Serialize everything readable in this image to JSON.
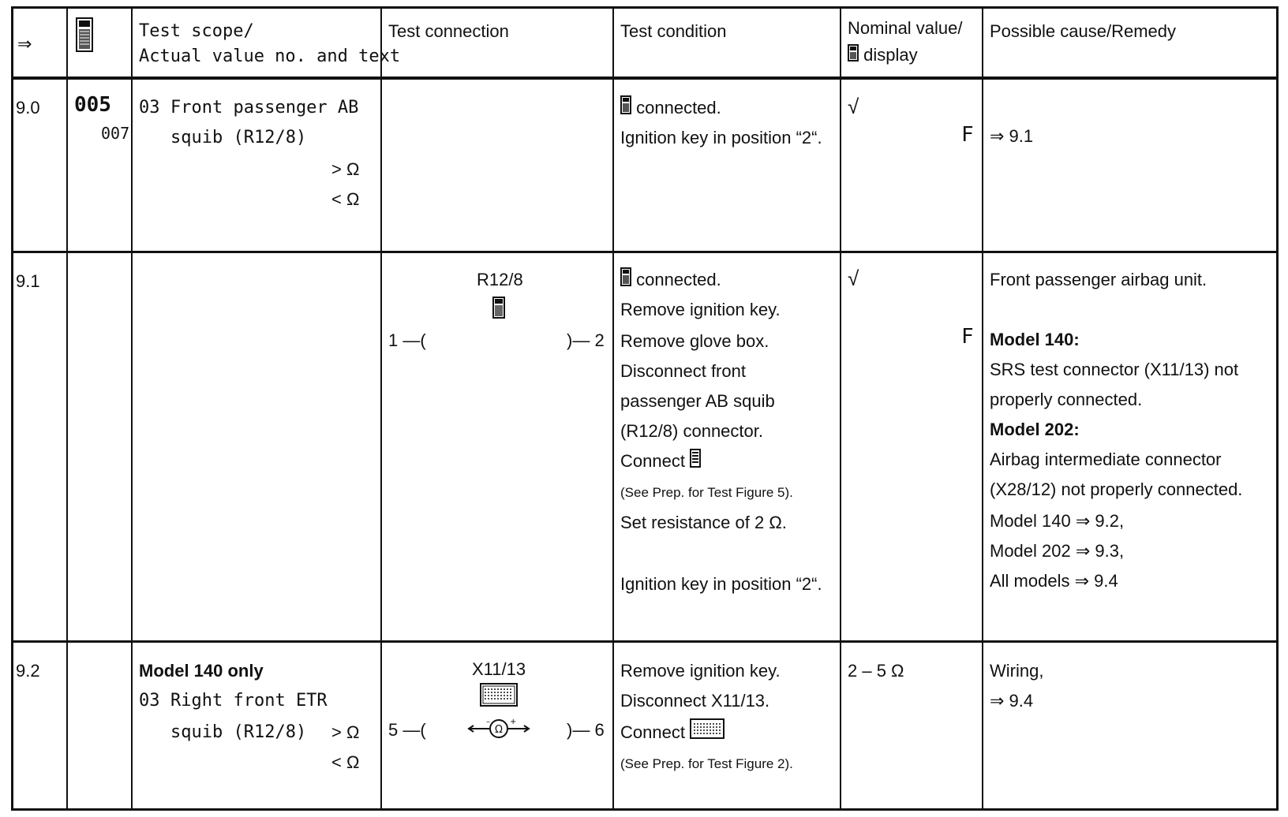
{
  "header": {
    "arrow": "⇒",
    "tester_icon": "tester-icon",
    "test_scope_line1": "Test scope/",
    "test_scope_line2": "Actual value no. and text",
    "test_connection": "Test connection",
    "test_condition": "Test condition",
    "nominal_line1": "Nominal value/",
    "nominal_line2": "display",
    "possible_cause": "Possible cause/Remedy"
  },
  "rows": [
    {
      "step": "9.0",
      "code_main": "005",
      "code_sub": "007",
      "scope_num": "03",
      "scope_text_1": "Front passenger AB",
      "scope_text_2": "squib (R12/8)",
      "gt": "> Ω",
      "lt": "< Ω",
      "cond_1": "connected.",
      "cond_2": "Ignition key in position “2“.",
      "nominal_check": "√",
      "nominal_f": "F",
      "cause": "⇒ 9.1"
    },
    {
      "step": "9.1",
      "conn_label": "R12/8",
      "pin_left": "1 —(",
      "pin_right": ")— 2",
      "cond_1": "connected.",
      "cond_2": "Remove ignition key.",
      "cond_3": "Remove glove box.",
      "cond_4": "Disconnect front",
      "cond_5": "passenger AB squib",
      "cond_6": "(R12/8) connector.",
      "cond_7": "Connect",
      "cond_8": "(See Prep. for Test Figure 5).",
      "cond_9": "Set resistance of 2 Ω.",
      "cond_10": "Ignition key in position “2“.",
      "nominal_check": "√",
      "nominal_f": "F",
      "cause_1": "Front passenger airbag unit.",
      "cause_2": "Model 140:",
      "cause_3": "SRS test connector (X11/13) not",
      "cause_4": "properly connected.",
      "cause_5": "Model 202:",
      "cause_6": "Airbag intermediate connector",
      "cause_7": "(X28/12) not properly connected.",
      "cause_8": "Model 140 ⇒ 9.2,",
      "cause_9": "Model 202 ⇒ 9.3,",
      "cause_10": "All models ⇒ 9.4"
    },
    {
      "step": "9.2",
      "scope_title": "Model 140 only",
      "scope_num": "03",
      "scope_text_1": "Right front ETR",
      "scope_text_2": "squib (R12/8)",
      "gt": "> Ω",
      "lt": "< Ω",
      "conn_label": "X11/13",
      "pin_left": "5 —(",
      "pin_right": ")— 6",
      "cond_1": "Remove ignition key.",
      "cond_2": "Disconnect X11/13.",
      "cond_3": "Connect",
      "cond_4": "(See Prep. for Test Figure 2).",
      "nominal": "2 – 5 Ω",
      "cause_1": "Wiring,",
      "cause_2": "⇒ 9.4"
    }
  ]
}
